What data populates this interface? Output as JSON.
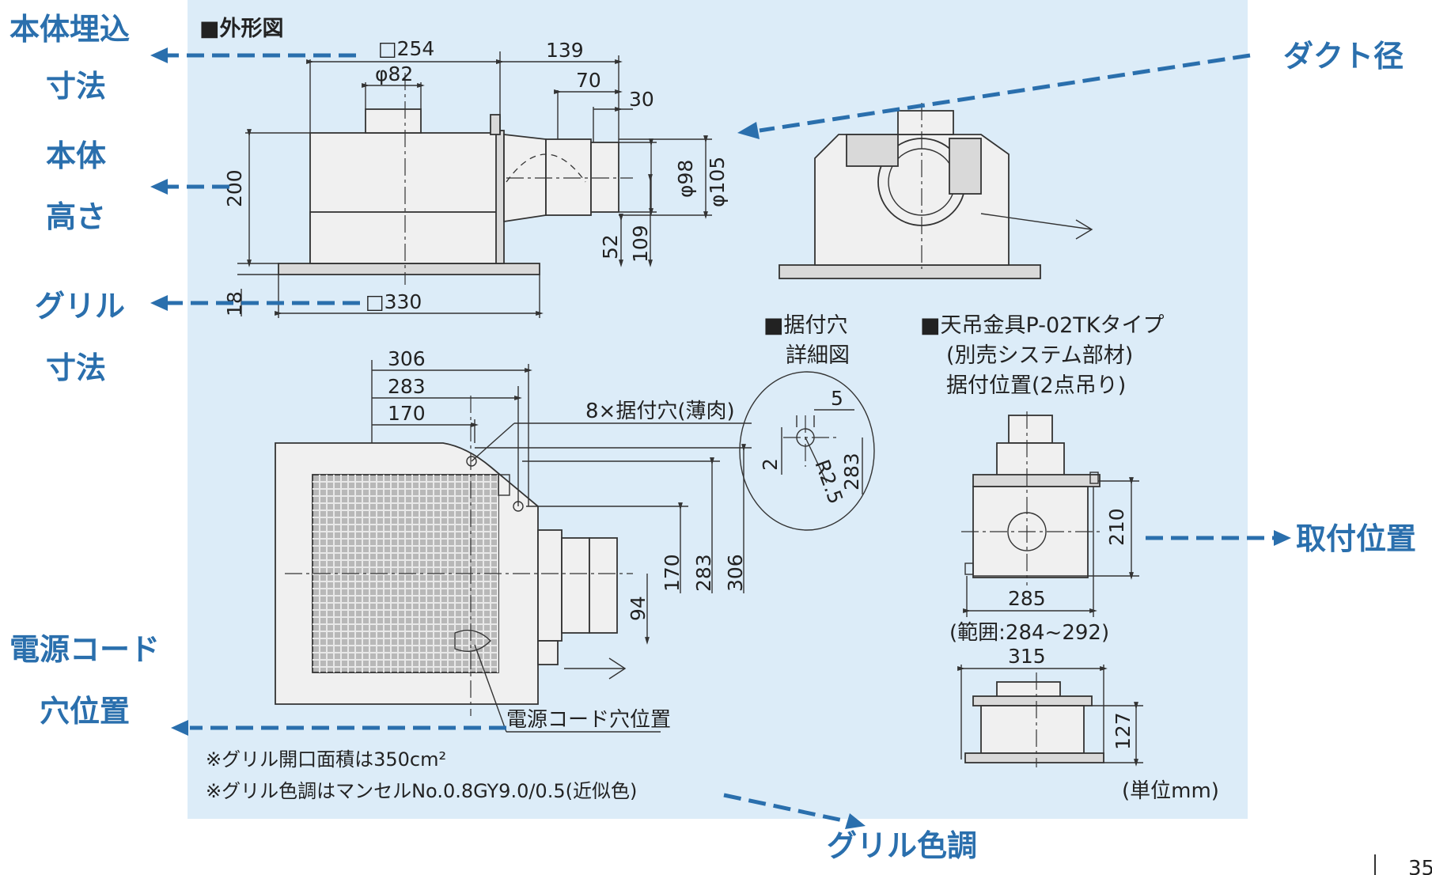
{
  "section_title": "■外形図",
  "callouts": {
    "embed_size": [
      "本体埋込",
      "寸法"
    ],
    "body_height": [
      "本体",
      "高さ"
    ],
    "grille_size": [
      "グリル",
      "寸法"
    ],
    "duct_diameter": "ダクト径",
    "mount_position": "取付位置",
    "cord_hole": [
      "電源コード",
      "穴位置"
    ],
    "grille_color": "グリル色調"
  },
  "side_view": {
    "embed": "□254",
    "grille": "□330",
    "d82": "φ82",
    "d98": "φ98",
    "d105": "φ105",
    "w139": "139",
    "w70": "70",
    "w30": "30",
    "h200": "200",
    "h18": "18",
    "h52": "52",
    "h109": "109"
  },
  "plan_view": {
    "w306": "306",
    "w283": "283",
    "w170": "170",
    "h170": "170",
    "h283": "283",
    "h306": "306",
    "h94": "94",
    "hole_label": "8×据付穴(薄肉)",
    "cord_label": "電源コード穴位置"
  },
  "hole_detail": {
    "title": [
      "■据付穴",
      "詳細図"
    ],
    "d5": "5",
    "d2": "2",
    "r25": "R2.5",
    "d283": "283"
  },
  "bracket": {
    "title": [
      "■天吊金具P-02TKタイプ",
      "(別売システム部材)",
      "据付位置(2点吊り)"
    ],
    "h210": "210",
    "w285": "285",
    "range": "(範囲:284~292)",
    "w315": "315",
    "h127": "127"
  },
  "notes": [
    "※グリル開口面積は350cm²",
    "※グリル色調はマンセルNo.0.8GY9.0/0.5(近似色)"
  ],
  "unit": "(単位mm)",
  "page_number": "35",
  "colors": {
    "accent": "#2a6fad",
    "panel": "#dcecf8"
  }
}
